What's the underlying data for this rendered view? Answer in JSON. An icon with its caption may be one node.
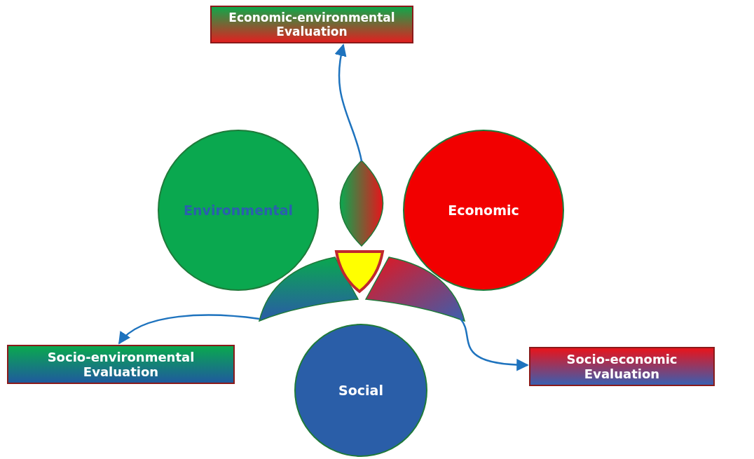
{
  "diagram": {
    "nodes": [
      {
        "text": [
          "Economic-environmental Evaluation"
        ]
      },
      {
        "text": [
          "Environmental"
        ]
      },
      {
        "text": [],
        "shape": "lens"
      },
      {
        "text": [
          "Economic"
        ]
      },
      {
        "text": [],
        "shape": "lens"
      },
      {
        "text": [],
        "shape": "lens"
      },
      {
        "text": [
          "Socio-environmental Evaluation"
        ]
      },
      {
        "text": [
          "Socio-economic Evaluation"
        ]
      },
      {
        "text": [
          "Social"
        ]
      }
    ],
    "edges": [
      {
        "from": 2,
        "to": 0,
        "arrow": "to"
      },
      {
        "from": 4,
        "to": 6,
        "arrow": "to"
      },
      {
        "from": 5,
        "to": 7,
        "arrow": "to"
      }
    ]
  }
}
